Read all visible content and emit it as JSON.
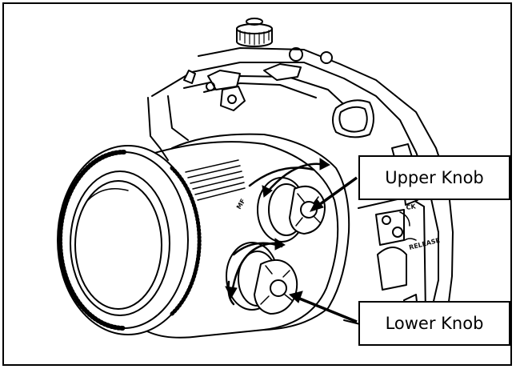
{
  "labels": {
    "upper_knob": "Upper Knob",
    "lower_knob": "Lower Knob"
  },
  "housing_markings": {
    "lock": "CK",
    "release": "RELEASE",
    "mf": "MF"
  },
  "colors": {
    "line": "#000000",
    "background": "#ffffff"
  }
}
